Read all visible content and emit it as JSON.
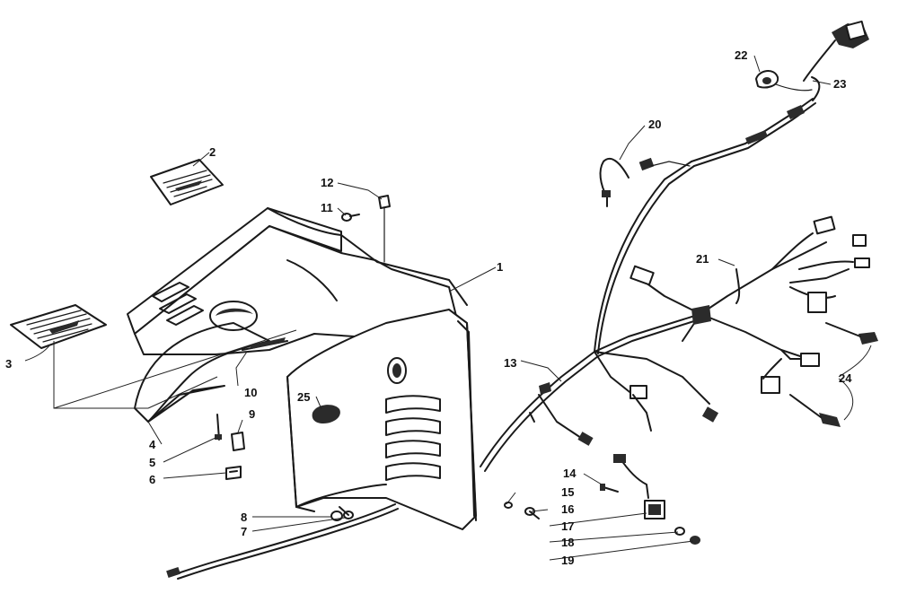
{
  "colors": {
    "ink": "#1a1a1a",
    "background": "#ffffff",
    "shade": "#2b2b2b"
  },
  "callouts": [
    {
      "id": "c1",
      "label": "1"
    },
    {
      "id": "c2",
      "label": "2"
    },
    {
      "id": "c3",
      "label": "3"
    },
    {
      "id": "c4",
      "label": "4"
    },
    {
      "id": "c5",
      "label": "5"
    },
    {
      "id": "c6",
      "label": "6"
    },
    {
      "id": "c7",
      "label": "7"
    },
    {
      "id": "c8",
      "label": "8"
    },
    {
      "id": "c9",
      "label": "9"
    },
    {
      "id": "c10",
      "label": "10"
    },
    {
      "id": "c11",
      "label": "11"
    },
    {
      "id": "c12",
      "label": "12"
    },
    {
      "id": "c13",
      "label": "13"
    },
    {
      "id": "c14",
      "label": "14"
    },
    {
      "id": "c15",
      "label": "15"
    },
    {
      "id": "c16",
      "label": "16"
    },
    {
      "id": "c17",
      "label": "17"
    },
    {
      "id": "c18",
      "label": "18"
    },
    {
      "id": "c19",
      "label": "19"
    },
    {
      "id": "c20",
      "label": "20"
    },
    {
      "id": "c21",
      "label": "21"
    },
    {
      "id": "c22",
      "label": "22"
    },
    {
      "id": "c23",
      "label": "23"
    },
    {
      "id": "c24",
      "label": "24"
    },
    {
      "id": "c25",
      "label": "25"
    }
  ]
}
